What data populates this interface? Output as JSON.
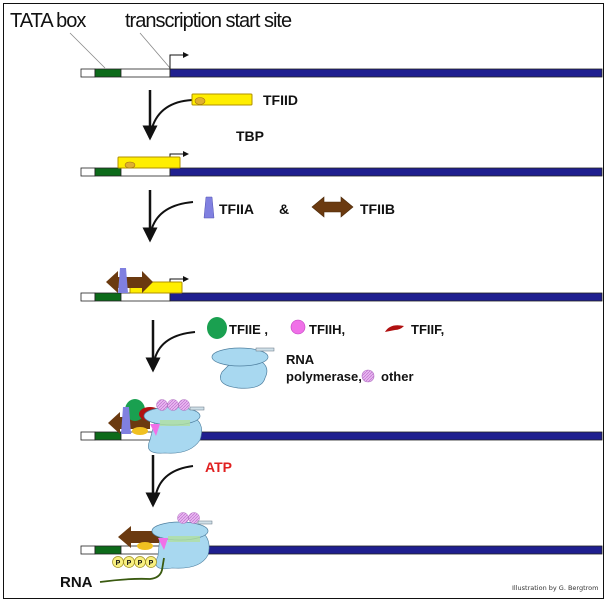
{
  "title_labels": {
    "tata_box": "TATA box",
    "tss": "transcription start site"
  },
  "steps": [
    {
      "factors": [
        {
          "name": "TFIID",
          "icon": "tfiid-bar-icon"
        }
      ],
      "sublabel": "TBP"
    },
    {
      "factors": [
        {
          "name": "TFIIA",
          "icon": "tfiia-trapezoid-icon"
        },
        {
          "name": "TFIIB",
          "icon": "tfiib-double-arrow-icon"
        }
      ],
      "connector": "&"
    },
    {
      "factors": [
        {
          "name": "TFIIE ,",
          "icon": "tfiie-green-circle-icon"
        },
        {
          "name": "TFIIH,",
          "icon": "tfiih-pink-circle-icon"
        },
        {
          "name": "TFIIF,",
          "icon": "tfiif-red-shape-icon"
        },
        {
          "name": "RNA",
          "icon": "rna-polymerase-icon"
        },
        {
          "name": "polymerase,",
          "icon": ""
        },
        {
          "name": "other",
          "icon": "other-factor-icon"
        }
      ]
    },
    {
      "factors": [
        {
          "name": "ATP",
          "icon": ""
        }
      ]
    }
  ],
  "rna_label": "RNA",
  "phosphate_label": "P",
  "credit": "Illustration by G. Bergtrom",
  "colors": {
    "dna_coding": "#1f1f8f",
    "tata": "#0d6b1a",
    "tfiid": "#ffee00",
    "tfiia": "#8080e0",
    "tfiib": "#6b3a10",
    "tfiie": "#1aa050",
    "tfiih": "#f070e8",
    "tfiif": "#b01010",
    "polymerase": "#a8d8f0",
    "atp": "#e02020",
    "rna": "#3a5a10"
  }
}
